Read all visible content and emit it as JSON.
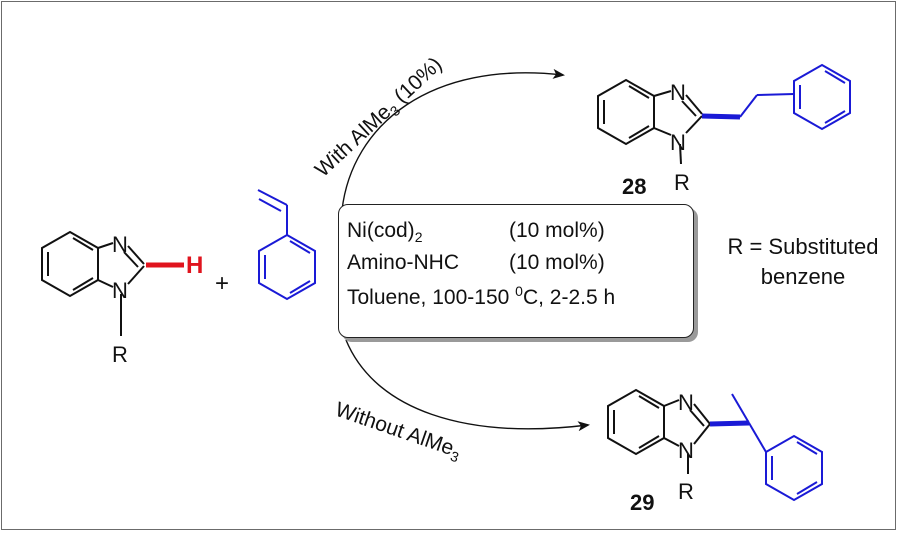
{
  "reactant": {
    "n_label": "N",
    "n1_label": "N",
    "r_label": "R",
    "h_label": "H",
    "plus": "+"
  },
  "conditions": {
    "catalyst": "Ni(cod)",
    "catalyst_sub": "2",
    "catalyst_load": "(10 mol%)",
    "ligand": "Amino-NHC",
    "ligand_load": "(10 mol%)",
    "solvent_prefix": "Toluene, 100-150 ",
    "degree": "0",
    "solvent_suffix": "C, 2-2.5 h"
  },
  "top_path": {
    "label_prefix": "With AlMe",
    "label_sub": "3",
    "label_suffix": " (10%)"
  },
  "bottom_path": {
    "label_prefix": "Without AlMe",
    "label_sub": "3"
  },
  "product_28": {
    "n_label": "N",
    "n1_label": "N",
    "r_label": "R",
    "number": "28"
  },
  "product_29": {
    "n_label": "N",
    "n1_label": "N",
    "r_label": "R",
    "number": "29"
  },
  "r_definition": {
    "line1": "R = Substituted",
    "line2": "benzene"
  },
  "colors": {
    "black": "#111111",
    "blue": "#1a1ad6",
    "red": "#e0141e",
    "shadow": "#9a9a9a"
  }
}
